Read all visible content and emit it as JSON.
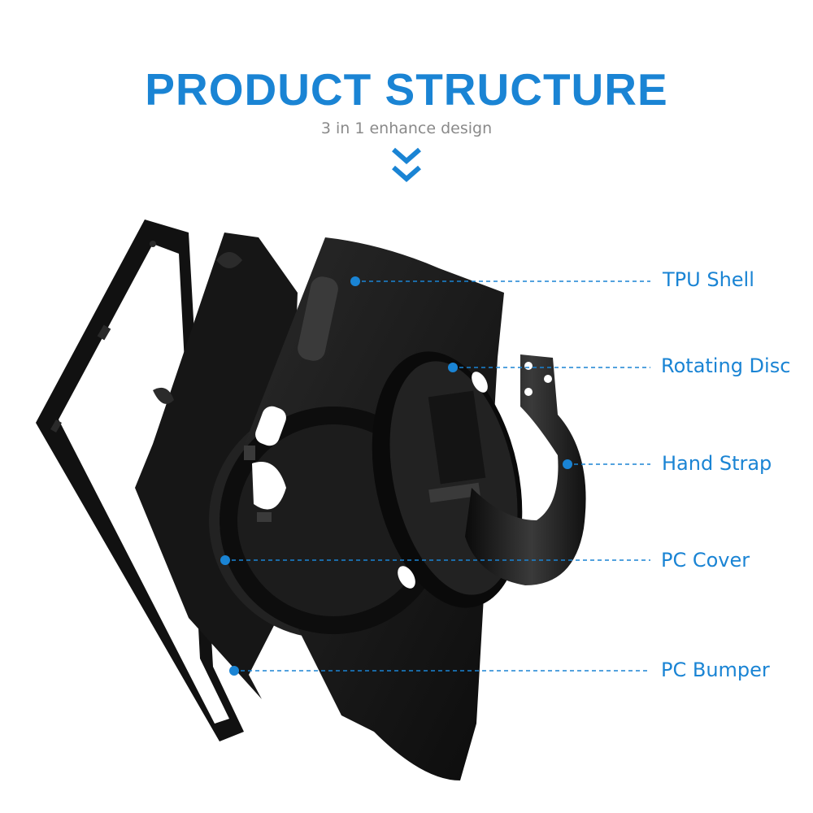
{
  "header": {
    "title": "PRODUCT STRUCTURE",
    "subtitle": "3 in 1 enhance design",
    "arrow_icon": "double-chevron-down-icon"
  },
  "colors": {
    "accent": "#1a84d4",
    "subtitle": "#8a8a8a",
    "product": "#141414"
  },
  "callouts": [
    {
      "id": "tpu-shell",
      "label": "TPU Shell"
    },
    {
      "id": "rotating-disc",
      "label": "Rotating Disc"
    },
    {
      "id": "hand-strap",
      "label": "Hand Strap"
    },
    {
      "id": "pc-cover",
      "label": "PC Cover"
    },
    {
      "id": "pc-bumper",
      "label": "PC Bumper"
    }
  ]
}
